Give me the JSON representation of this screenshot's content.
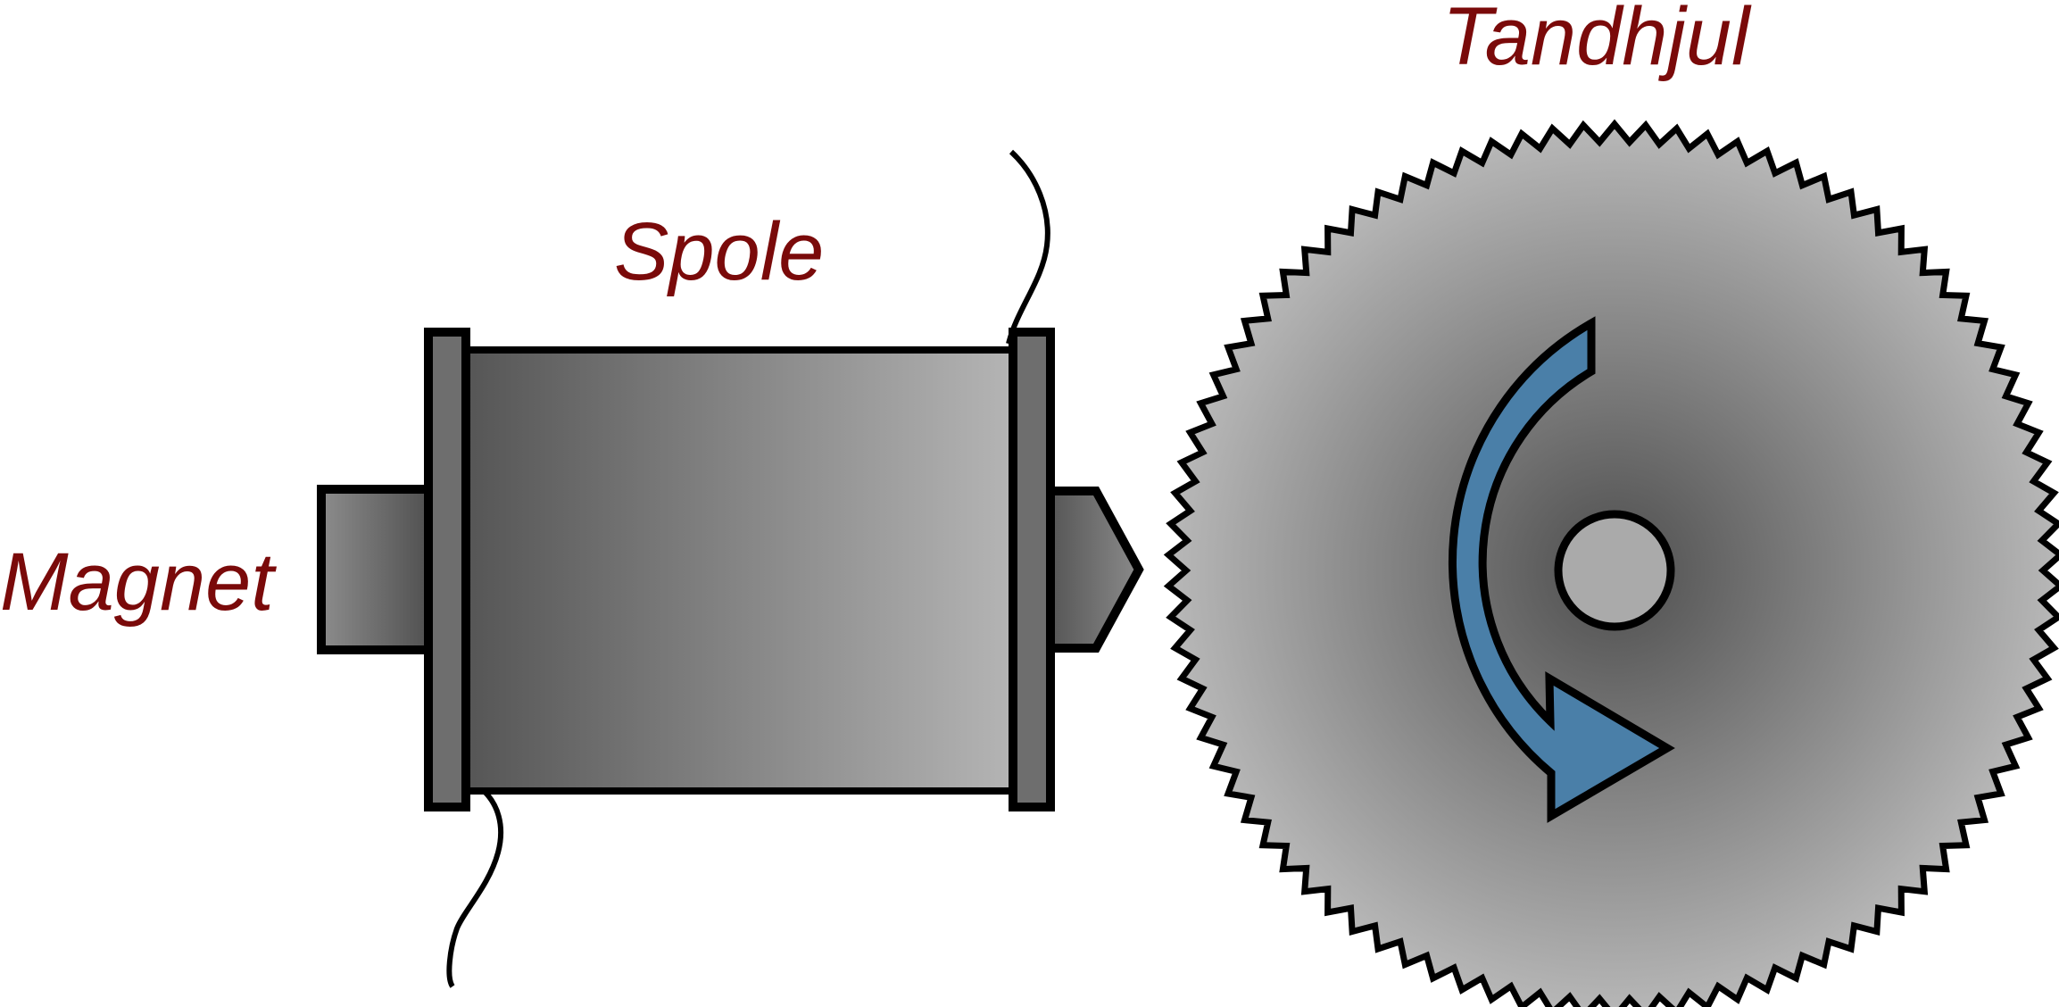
{
  "labels": {
    "magnet": "Magnet",
    "coil": "Spole",
    "gear": "Tandhjul"
  },
  "colors": {
    "label": "#7a0a0a",
    "outline": "#000000",
    "arrow": "#4a7fa8",
    "gear_center": "#4e4e4e",
    "gear_edge": "#b8b8b8",
    "coil_dark": "#555555",
    "coil_light": "#b5b5b5",
    "hub": "#aaaaaa"
  },
  "gear": {
    "teeth": 90
  }
}
